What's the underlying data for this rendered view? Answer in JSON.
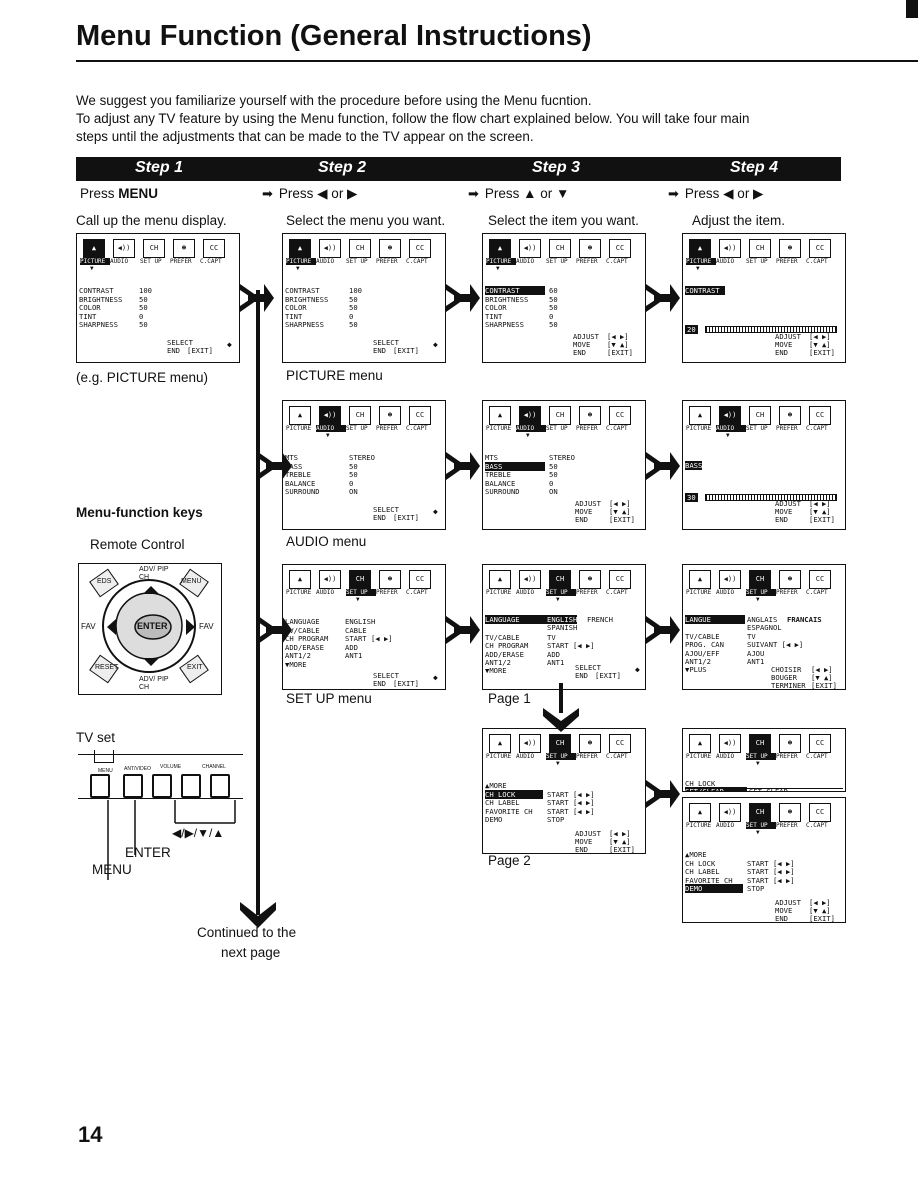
{
  "page": {
    "title": "Menu Function (General Instructions)",
    "intro_1": "We suggest you familiarize yourself with the procedure before using the Menu fucntion.",
    "intro_2": "To adjust any TV feature by using the Menu function, follow the flow chart explained below. You will take four main",
    "intro_3": "steps until the adjustments that can be made to the TV appear on the screen.",
    "page_number": "14",
    "continued_1": "Continued to the",
    "continued_2": "next page"
  },
  "steps": [
    {
      "label": "Step 1",
      "press_prefix": "Press ",
      "press_key": "MENU",
      "desc": "Call up the menu display."
    },
    {
      "label": "Step 2",
      "press_prefix": "Press ",
      "press_key": "◀ or ▶",
      "desc": "Select the menu you want."
    },
    {
      "label": "Step 3",
      "press_prefix": "Press ",
      "press_key": "▲ or ▼",
      "desc": "Select the item you want."
    },
    {
      "label": "Step 4",
      "press_prefix": "Press ",
      "press_key": "◀ or ▶",
      "desc": "Adjust the item."
    }
  ],
  "captions": {
    "eg_picture": "(e.g. PICTURE menu)",
    "picture_menu": "PICTURE menu",
    "audio_menu": "AUDIO menu",
    "setup_menu": "SET UP menu",
    "page1": "Page 1",
    "page2": "Page 2",
    "menu_keys": "Menu-function keys",
    "remote": "Remote Control",
    "tvset": "TV set",
    "enter": "ENTER",
    "menu_label": "MENU",
    "arrows_label": "◀/▶/▼/▲"
  },
  "icon_labels": {
    "picture": "PICTURE",
    "audio": "AUDIO",
    "setup": "SET UP",
    "prefer": "PREFER",
    "ccapt": "C.CAPT",
    "ch": "CH",
    "cc": "CC"
  },
  "picture_items": [
    {
      "name": "CONTRAST",
      "value": "100"
    },
    {
      "name": "BRIGHTNESS",
      "value": "50"
    },
    {
      "name": "COLOR",
      "value": "50"
    },
    {
      "name": "TINT",
      "value": "0"
    },
    {
      "name": "SHARPNESS",
      "value": "50"
    }
  ],
  "picture_step3_first": "60",
  "audio_items": [
    {
      "name": "MTS",
      "value": "STEREO"
    },
    {
      "name": "BASS",
      "value": "50"
    },
    {
      "name": "TREBLE",
      "value": "50"
    },
    {
      "name": "BALANCE",
      "value": "0"
    },
    {
      "name": "SURROUND",
      "value": "ON"
    }
  ],
  "setup_items": [
    {
      "name": "LANGUAGE",
      "value": "ENGLISH"
    },
    {
      "name": "TV/CABLE",
      "value": "CABLE"
    },
    {
      "name": "CH PROGRAM",
      "value": "START [◀ ▶]"
    },
    {
      "name": "ADD/ERASE",
      "value": "ADD"
    },
    {
      "name": "ANT1/2",
      "value": "ANT1"
    },
    {
      "name": "▼MORE",
      "value": ""
    }
  ],
  "setup_step3": {
    "lang_values": [
      "ENGLISH",
      "FRENCH",
      "SPANISH"
    ],
    "items": [
      {
        "name": "TV/CABLE",
        "value": "TV"
      },
      {
        "name": "CH PROGRAM",
        "value": "START [◀ ▶]"
      },
      {
        "name": "ADD/ERASE",
        "value": "ADD"
      },
      {
        "name": "ANT1/2",
        "value": "ANT1"
      },
      {
        "name": "▼MORE",
        "value": ""
      }
    ]
  },
  "setup_french": {
    "lang_label": "LANGUE",
    "lang_values": [
      "ANGLAIS",
      "FRANCAIS",
      "ESPAGNOL"
    ],
    "items": [
      {
        "name": "TV/CABLE",
        "value": "TV"
      },
      {
        "name": "PROG. CAN",
        "value": "SUIVANT [◀ ▶]"
      },
      {
        "name": "AJOU/EFF",
        "value": "AJOU"
      },
      {
        "name": "ANT1/2",
        "value": "ANT1"
      },
      {
        "name": "▼PLUS",
        "value": ""
      }
    ],
    "footer": [
      {
        "name": "CHOISIR",
        "value": "[◀ ▶]"
      },
      {
        "name": "BOUGER",
        "value": "[▼ ▲]"
      },
      {
        "name": "TERMINER",
        "value": "[EXIT]"
      }
    ]
  },
  "page2_items": [
    {
      "name": "▲MORE",
      "value": ""
    },
    {
      "name": "CH LOCK",
      "value": "START [◀ ▶]"
    },
    {
      "name": "CH LABEL",
      "value": "START [◀ ▶]"
    },
    {
      "name": "FAVORITE CH",
      "value": "START [◀ ▶]"
    },
    {
      "name": "DEMO",
      "value": "STOP"
    }
  ],
  "chlock": {
    "title": "CH LOCK",
    "item": "SET/CLEAR",
    "value": "SET CLEAR"
  },
  "footers": {
    "select": "SELECT",
    "end": "END",
    "exit": "[EXIT]",
    "adjust": "ADJUST",
    "move": "MOVE",
    "start": "START",
    "lr": "[◀ ▶]",
    "ud": "[▼ ▲]"
  },
  "adjust_values": {
    "contrast": "20",
    "bass": "30"
  },
  "remote_keys": {
    "adv_pip_ch": "ADV/ PIP CH",
    "enter": "ENTER",
    "fav": "FAV",
    "menu": "MENU",
    "exit": "EXIT",
    "reset": "RESET",
    "eds": "EDS"
  },
  "tv_labels": {
    "menu": "MENU",
    "ant_video": "ANT/VIDEO",
    "volume": "VOLUME",
    "channel": "CHANNEL"
  }
}
